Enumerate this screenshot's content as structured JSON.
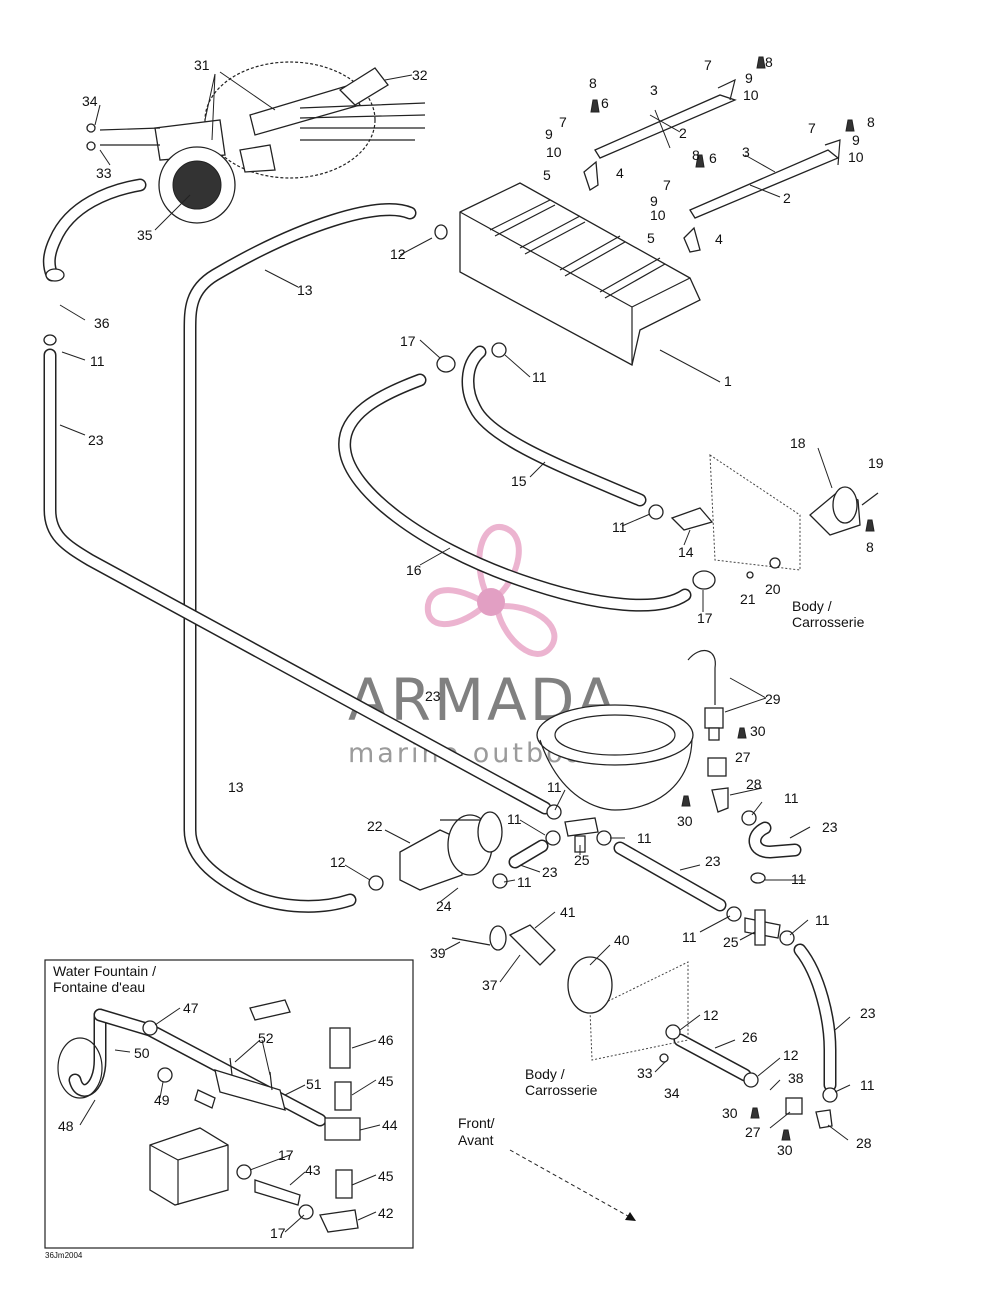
{
  "diagram": {
    "footer_code": "36Jm2004",
    "watermark": {
      "brand": "ARMADA",
      "tagline": "marine outboards",
      "colors": {
        "propeller": "#e9a8c8",
        "hub": "#de8fb9",
        "text": "#6b6b6b"
      }
    },
    "labels": {
      "body_1": "Body /",
      "body_1b": "Carrosserie",
      "body_2": "Body /",
      "body_2b": "Carrosserie",
      "front": "Front/",
      "front_b": "Avant",
      "inset_title": "Water Fountain /",
      "inset_title_b": "Fontaine d'eau"
    },
    "callouts": {
      "c1": "1",
      "c2a": "2",
      "c2b": "2",
      "c3a": "3",
      "c3b": "3",
      "c4a": "4",
      "c4b": "4",
      "c5a": "5",
      "c5b": "5",
      "c6a": "6",
      "c6b": "6",
      "c7a": "7",
      "c7b": "7",
      "c7c": "7",
      "c8a": "8",
      "c8b": "8",
      "c8c": "8",
      "c8d": "8",
      "c8e": "8",
      "c9a": "9",
      "c9b": "9",
      "c9c": "9",
      "c9d": "9",
      "c10a": "10",
      "c10b": "10",
      "c10c": "10",
      "c10d": "10",
      "c11a": "11",
      "c11b": "11",
      "c11c": "11",
      "c11d": "11",
      "c11e": "11",
      "c11f": "11",
      "c11g": "11",
      "c11h": "11",
      "c11i": "11",
      "c11j": "11",
      "c11k": "11",
      "c11l": "11",
      "c12a": "12",
      "c12b": "12",
      "c12c": "12",
      "c12d": "12",
      "c13a": "13",
      "c13b": "13",
      "c14": "14",
      "c15": "15",
      "c16": "16",
      "c17a": "17",
      "c17b": "17",
      "c17c": "17",
      "c17d": "17",
      "c18": "18",
      "c19": "19",
      "c20": "20",
      "c21": "21",
      "c22": "22",
      "c23a": "23",
      "c23b": "23",
      "c23c": "23",
      "c23d": "23",
      "c23e": "23",
      "c23f": "23",
      "c24": "24",
      "c25a": "25",
      "c25b": "25",
      "c26": "26",
      "c27a": "27",
      "c27b": "27",
      "c28a": "28",
      "c28b": "28",
      "c29": "29",
      "c30a": "30",
      "c30b": "30",
      "c30c": "30",
      "c30d": "30",
      "c31": "31",
      "c32": "32",
      "c33a": "33",
      "c33b": "33",
      "c34a": "34",
      "c34b": "34",
      "c35": "35",
      "c36": "36",
      "c37": "37",
      "c38": "38",
      "c39": "39",
      "c40": "40",
      "c41": "41",
      "c42": "42",
      "c43": "43",
      "c44": "44",
      "c45a": "45",
      "c45b": "45",
      "c46": "46",
      "c47": "47",
      "c48": "48",
      "c49": "49",
      "c50": "50",
      "c51": "51",
      "c52": "52"
    }
  }
}
